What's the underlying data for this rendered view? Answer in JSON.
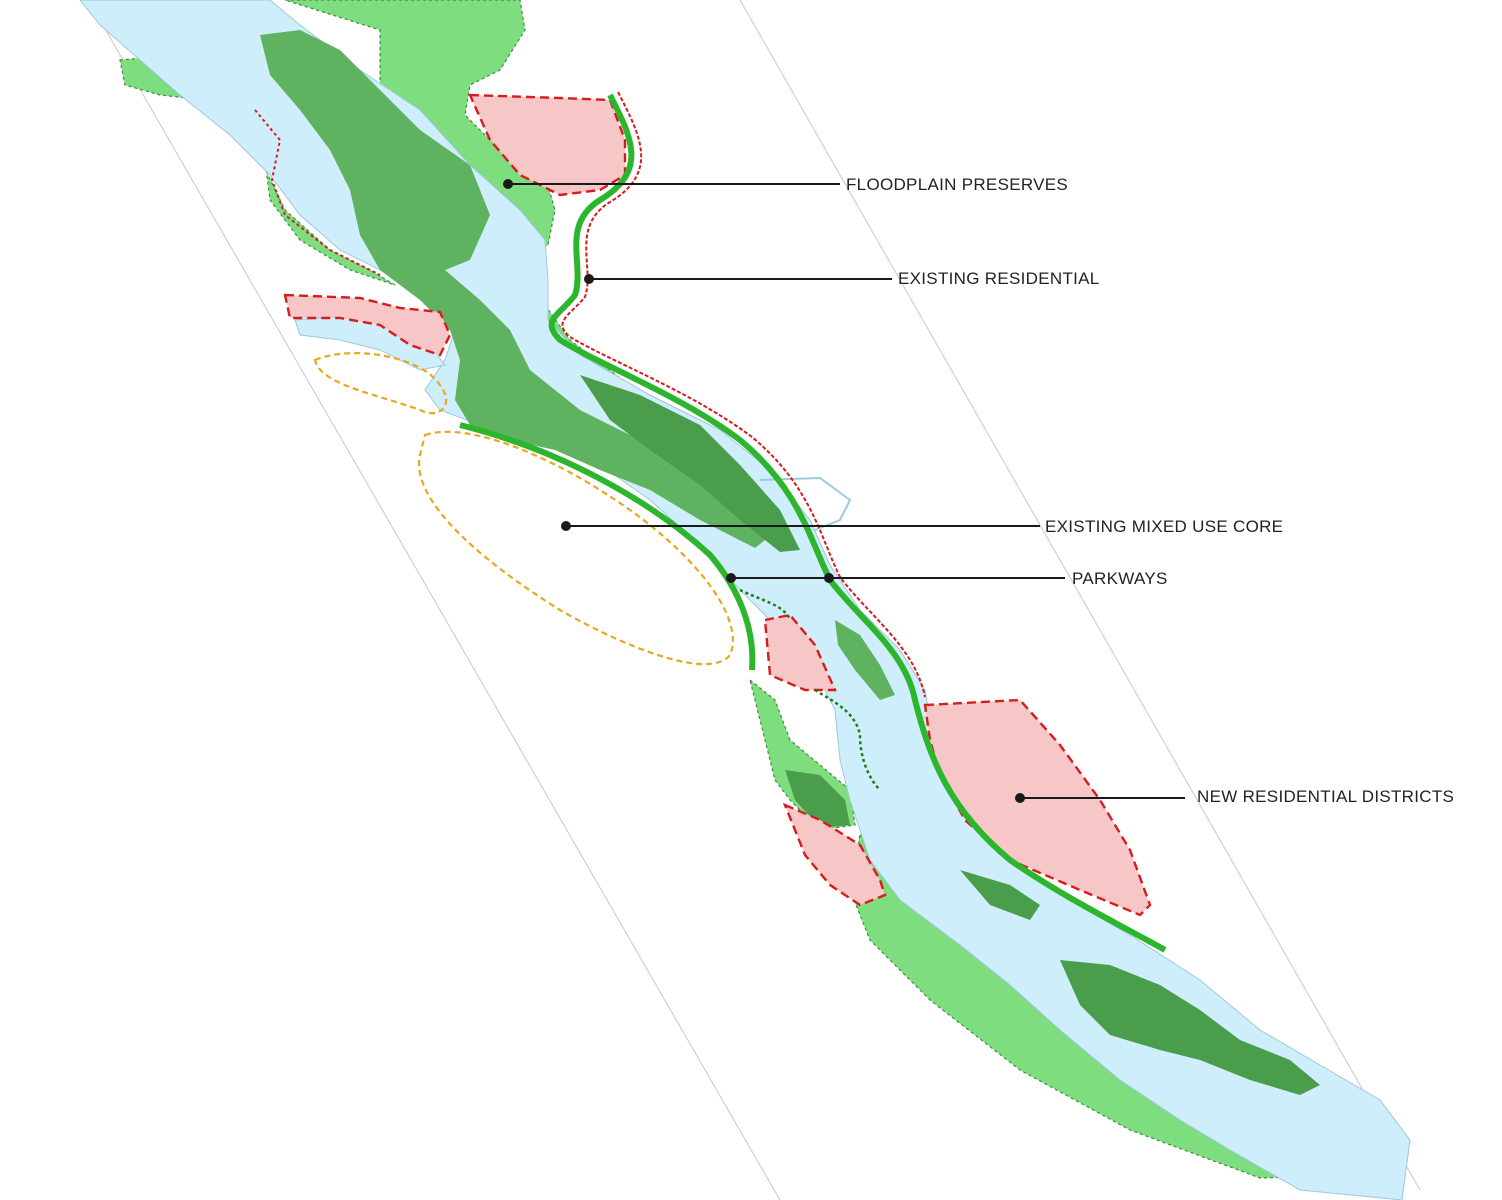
{
  "colors": {
    "water": "#cfeefb",
    "water_edge": "#9ec8dc",
    "floodplain": "#7ddd7f",
    "island": "#5fb360",
    "island_dark": "#4a9d4b",
    "residential_fill": "#f7c6c6",
    "residential_edge": "#d61c1c",
    "parkway": "#2db52d",
    "parkway_edge_dotted": "#1f7a1f",
    "mixed_use_core": "#e8a81f",
    "frame_line": "#c8c8c8",
    "leader": "#1a1a1a"
  },
  "labels": {
    "floodplain": "FLOODPLAIN PRESERVES",
    "existing_residential": "EXISTING RESIDENTIAL",
    "mixed_use_core": "EXISTING MIXED USE CORE",
    "parkways": "PARKWAYS",
    "new_residential": "NEW RESIDENTIAL DISTRICTS"
  }
}
